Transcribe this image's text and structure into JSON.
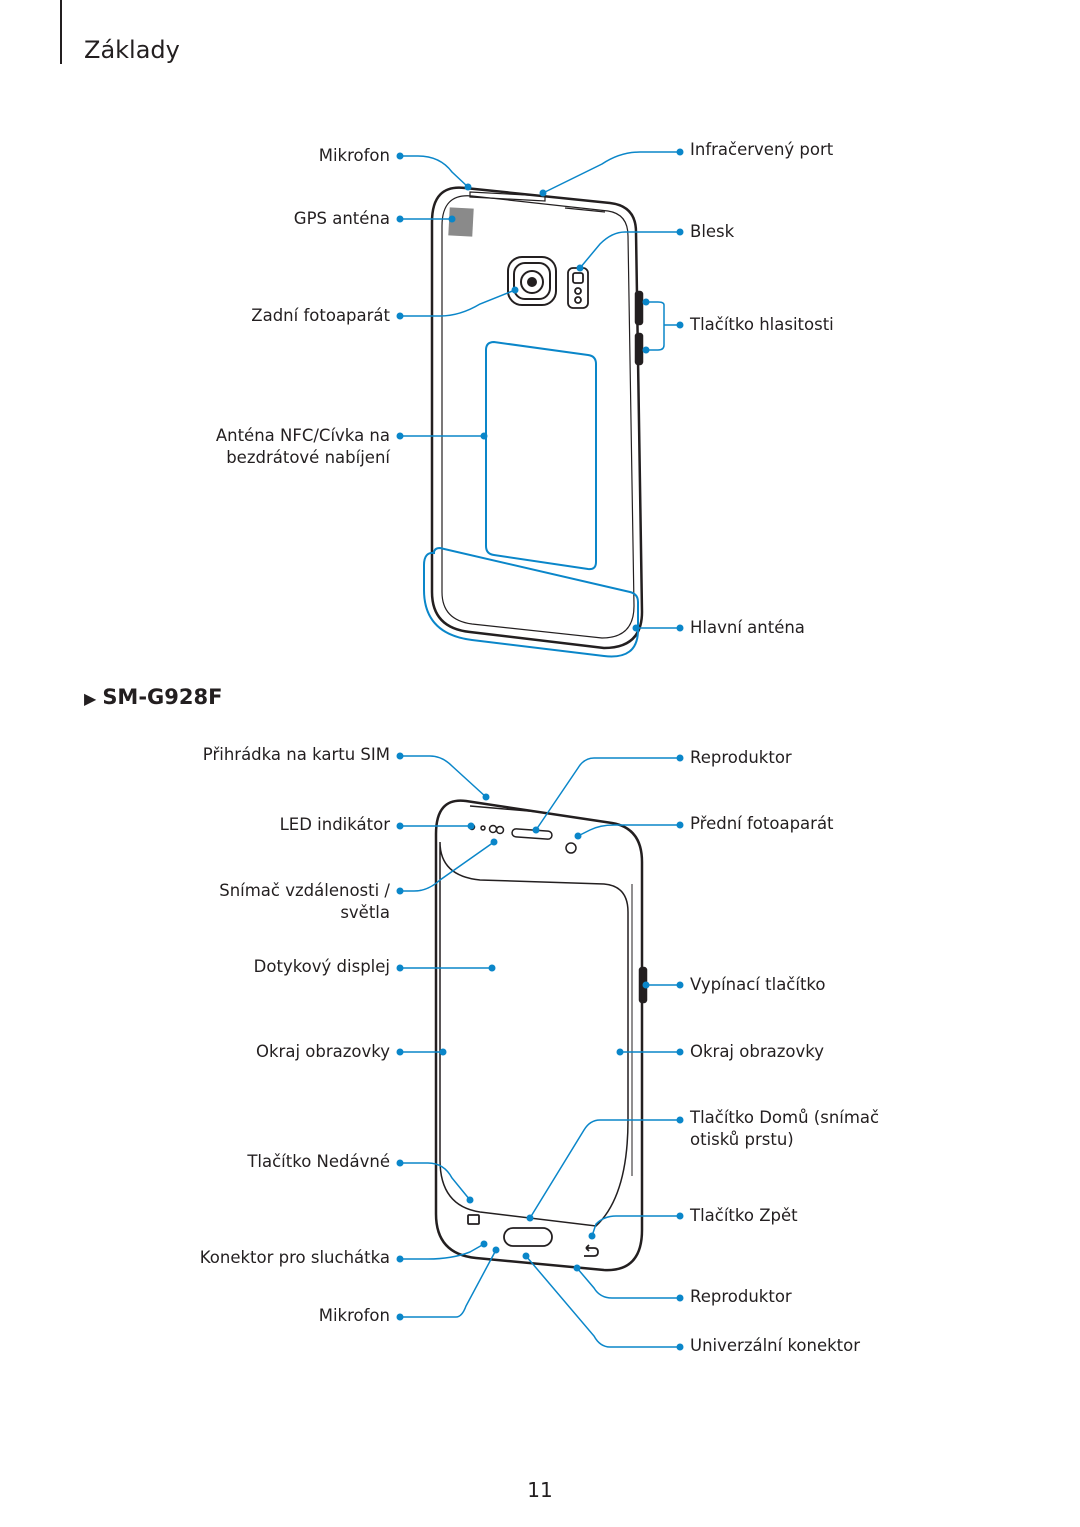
{
  "header": {
    "section_title": "Základy"
  },
  "back_view": {
    "labels": {
      "microphone": "Mikrofon",
      "gps_antenna": "GPS anténa",
      "rear_camera": "Zadní fotoaparát",
      "nfc_antenna_line1": "Anténa NFC/Cívka na",
      "nfc_antenna_line2": "bezdrátové nabíjení",
      "infrared_port": "Infračervený port",
      "flash": "Blesk",
      "volume_button": "Tlačítko hlasitosti",
      "main_antenna": "Hlavní anténa"
    }
  },
  "model_heading": "SM-G928F",
  "front_view": {
    "labels": {
      "sim_tray": "Přihrádka na kartu SIM",
      "led_indicator": "LED indikátor",
      "proximity_sensor_line1": "Snímač vzdálenosti /",
      "proximity_sensor_line2": "světla",
      "touchscreen": "Dotykový displej",
      "screen_edge_left": "Okraj obrazovky",
      "recent_apps_button": "Tlačítko Nedávné",
      "headset_jack": "Konektor pro sluchátka",
      "microphone": "Mikrofon",
      "speaker_top": "Reproduktor",
      "front_camera": "Přední fotoaparát",
      "power_button": "Vypínací tlačítko",
      "screen_edge_right": "Okraj obrazovky",
      "home_button_line1": "Tlačítko Domů (snímač",
      "home_button_line2": "otisků prstu)",
      "back_button": "Tlačítko Zpět",
      "speaker_bottom": "Reproduktor",
      "multipurpose_jack": "Univerzální konektor"
    }
  },
  "footer": {
    "page_number": "11"
  },
  "colors": {
    "callout": "#0a86c9",
    "outline": "#231f20",
    "antenna_fill": "#8a8a8a"
  }
}
